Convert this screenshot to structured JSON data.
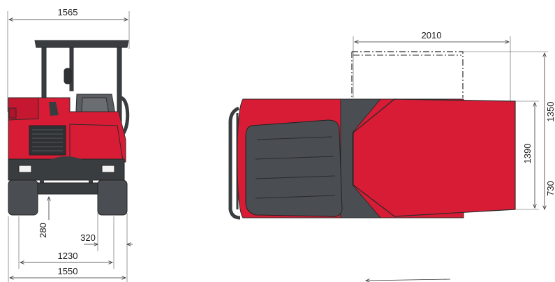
{
  "colors": {
    "body_red": "#d91c36",
    "body_red_dark": "#b0142a",
    "track_gray": "#4a4e52",
    "frame_dark": "#3a3d40",
    "line": "#2b2b2b"
  },
  "front_view": {
    "dim_overall_top": "1565",
    "dim_ground_clearance": "280",
    "dim_track_width": "320",
    "dim_track_gauge": "1230",
    "dim_overall_bottom": "1550"
  },
  "top_view": {
    "dim_length_top": "2010",
    "dim_width_overall": "1350",
    "dim_bed_width": "1390",
    "dim_track_offset": "730"
  }
}
